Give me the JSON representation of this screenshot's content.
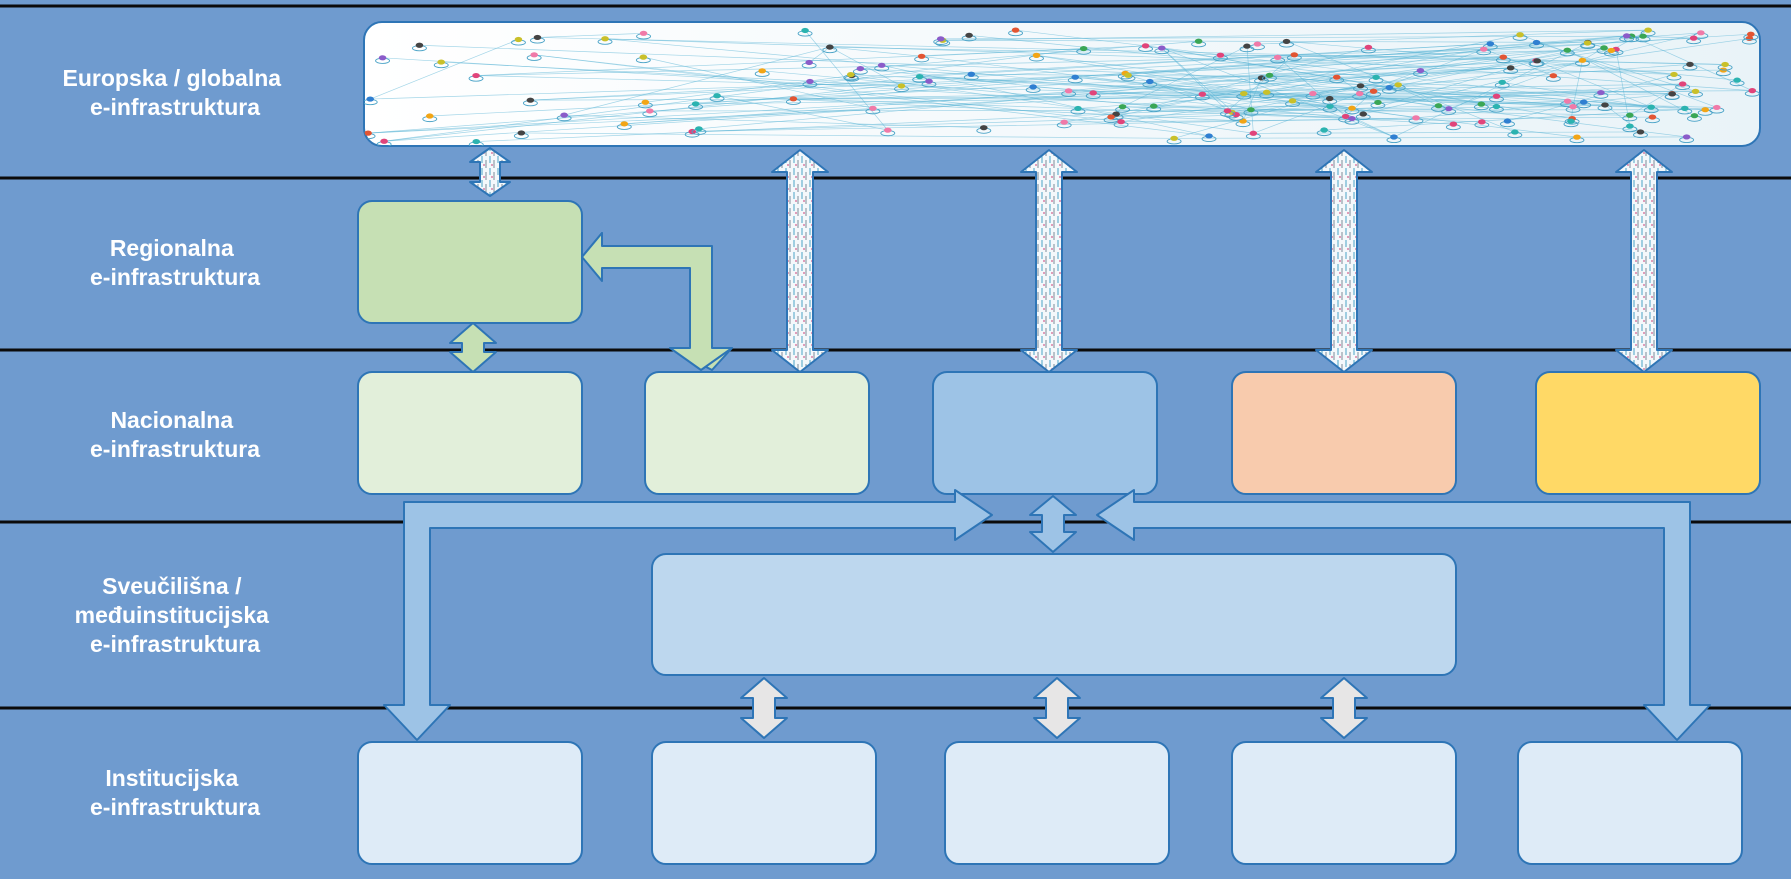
{
  "layers": [
    {
      "id": "european",
      "lines": [
        "Europska / globalna",
        "e-infrastruktura"
      ]
    },
    {
      "id": "regional",
      "lines": [
        "Regionalna",
        "e-infrastruktura"
      ]
    },
    {
      "id": "national",
      "lines": [
        "Nacionalna",
        "e-infrastruktura"
      ]
    },
    {
      "id": "university",
      "lines": [
        "Sveučilišna /",
        "međuinstitucijska",
        "e-infrastruktura"
      ]
    },
    {
      "id": "institutional",
      "lines": [
        "Institucijska",
        "e-infrastruktura"
      ]
    }
  ],
  "colors": {
    "background": "#6f9bcf",
    "separator": "#0b0b0b",
    "regional_box": "#c6e0b4",
    "national_green": "#e2efda",
    "national_blue": "#9dc3e6",
    "national_orange": "#f8cbad",
    "national_yellow": "#ffd966",
    "university_box": "#bdd7ee",
    "institutional_box": "#deebf7",
    "box_border": "#2e75b6",
    "arrow_gray": "#e7e6e6",
    "arrow_green": "#c6e0b4",
    "arrow_blue": "#9dc3e6"
  },
  "icons": {
    "banner": "network-of-people-image",
    "vertical_links": "double-headed-arrow-icon"
  }
}
